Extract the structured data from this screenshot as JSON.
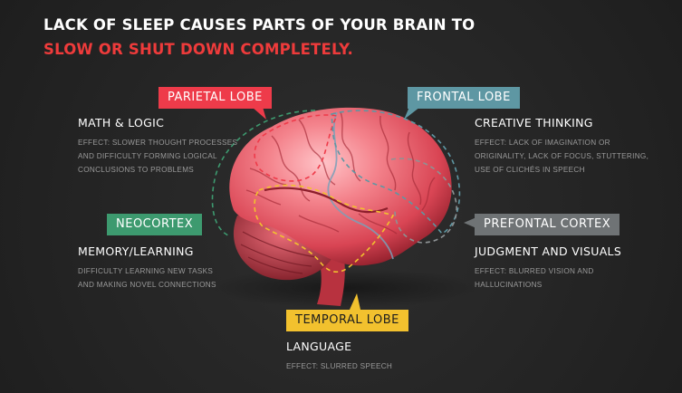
{
  "title": {
    "line1": "LACK OF SLEEP CAUSES PARTS OF YOUR BRAIN TO",
    "line2": "SLOW OR SHUT DOWN COMPLETELY."
  },
  "colors": {
    "red": "#ee3b4a",
    "blue": "#5e97a3",
    "green": "#3d9a6f",
    "gray": "#6f7375",
    "yellow": "#f2c12e"
  },
  "regions": {
    "parietal": {
      "tag": "PARIETAL LOBE",
      "heading": "MATH & LOGIC",
      "effect": [
        "EFFECT:  SLOWER THOUGHT PROCESSES",
        "AND DIFFICULTY FORMING LOGICAL",
        "CONCLUSIONS TO PROBLEMS"
      ]
    },
    "frontal": {
      "tag": "FRONTAL LOBE",
      "heading": "CREATIVE THINKING",
      "effect": [
        "EFFECT:  LACK OF IMAGINATION OR",
        "ORIGINALITY, LACK OF FOCUS, STUTTERING,",
        "USE OF CLICHÉS IN SPEECH"
      ]
    },
    "neocortex": {
      "tag": "NEOCORTEX",
      "heading": "MEMORY/LEARNING",
      "effect": [
        "DIFFICULTY LEARNING NEW TASKS",
        "AND MAKING NOVEL CONNECTIONS"
      ]
    },
    "prefontal": {
      "tag": "PREFONTAL CORTEX",
      "heading": "JUDGMENT AND VISUALS",
      "effect": [
        "EFFECT:  BLURRED VISION AND",
        "HALLUCINATIONS"
      ]
    },
    "temporal": {
      "tag": "TEMPORAL LOBE",
      "heading": "LANGUAGE",
      "effect": [
        "EFFECT:  SLURRED SPEECH"
      ]
    }
  }
}
